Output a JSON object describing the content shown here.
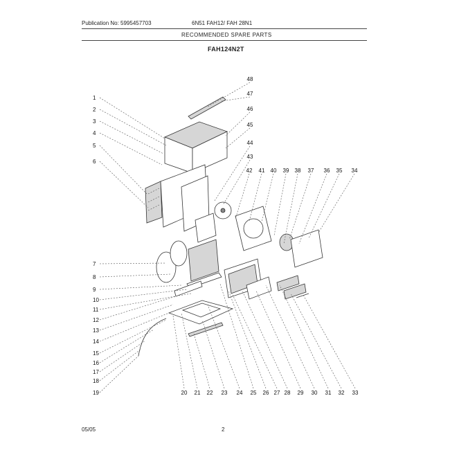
{
  "header": {
    "publication": "Publication No: 5995457703",
    "model_codes": "6N51     FAH12/ FAH 28N1",
    "section_title": "RECOMMENDED SPARE PARTS",
    "model_title": "FAH124N2T"
  },
  "footer": {
    "date": "05/05",
    "page_number": "2"
  },
  "part_labels": [
    "1",
    "2",
    "3",
    "4",
    "5",
    "6",
    "7",
    "8",
    "9",
    "10",
    "11",
    "12",
    "13",
    "14",
    "15",
    "16",
    "17",
    "18",
    "19",
    "20",
    "21",
    "22",
    "23",
    "24",
    "25",
    "26",
    "27",
    "28",
    "29",
    "30",
    "31",
    "32",
    "33",
    "34",
    "35",
    "36",
    "37",
    "38",
    "39",
    "40",
    "41",
    "42",
    "43",
    "44",
    "45",
    "46",
    "47",
    "48"
  ]
}
